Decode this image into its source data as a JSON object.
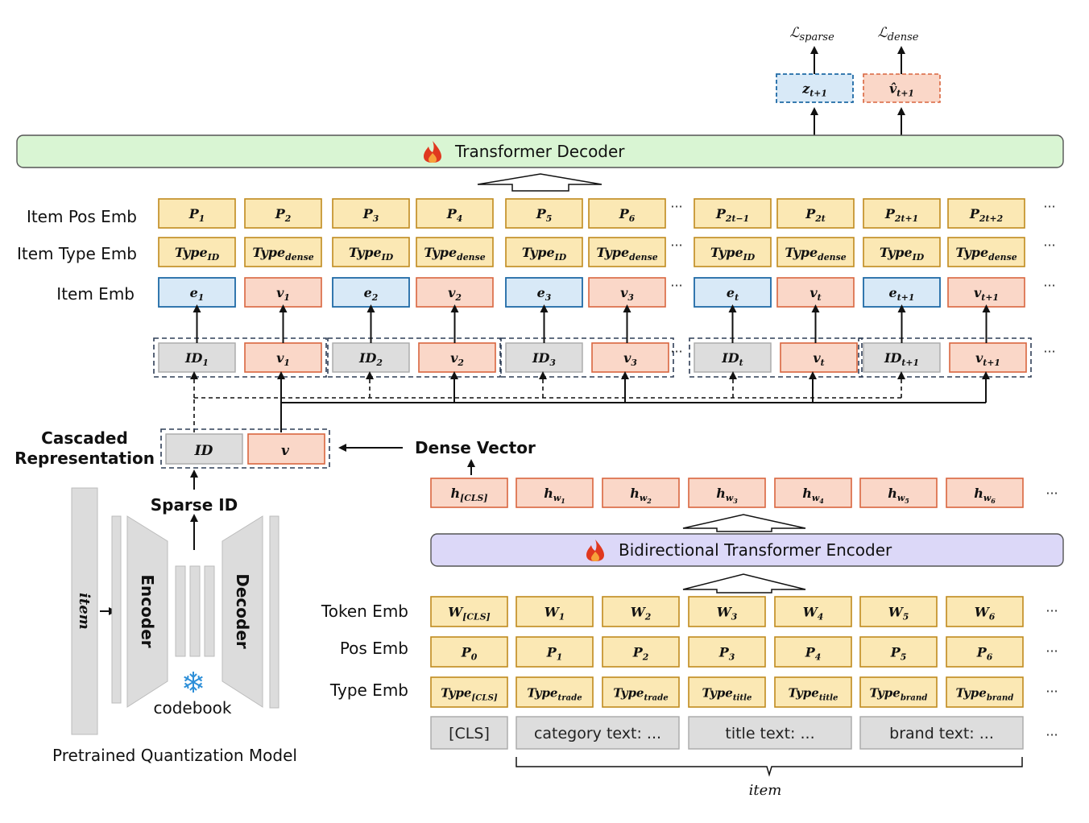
{
  "losses": {
    "sparse": {
      "base": "ℒ",
      "sub": "sparse"
    },
    "dense": {
      "base": "ℒ",
      "sub": "dense"
    }
  },
  "outputs": [
    {
      "base": "z",
      "sub": "t+1",
      "kind": "blue"
    },
    {
      "base": "v̂",
      "sub": "t+1",
      "kind": "orange"
    }
  ],
  "decoder": {
    "label": "Transformer Decoder",
    "fire_icon": "fire-icon",
    "color": "#d9f5d3"
  },
  "encoder": {
    "label": "Bidirectional Transformer Encoder",
    "fire_icon": "fire-icon",
    "color": "#dcd8f8"
  },
  "row_labels": {
    "item_pos": "Item Pos Emb",
    "item_type": "Item Type Emb",
    "item_emb": "Item Emb",
    "token_emb": "Token Emb",
    "pos_emb": "Pos Emb",
    "type_emb": "Type Emb"
  },
  "item_pos": [
    {
      "base": "P",
      "sub": "1"
    },
    {
      "base": "P",
      "sub": "2"
    },
    {
      "base": "P",
      "sub": "3"
    },
    {
      "base": "P",
      "sub": "4"
    },
    {
      "base": "P",
      "sub": "5"
    },
    {
      "base": "P",
      "sub": "6"
    },
    {
      "base": "P",
      "sub": "2t−1"
    },
    {
      "base": "P",
      "sub": "2t"
    },
    {
      "base": "P",
      "sub": "2t+1"
    },
    {
      "base": "P",
      "sub": "2t+2"
    }
  ],
  "item_type": [
    {
      "base": "Type",
      "sub": "ID"
    },
    {
      "base": "Type",
      "sub": "dense"
    },
    {
      "base": "Type",
      "sub": "ID"
    },
    {
      "base": "Type",
      "sub": "dense"
    },
    {
      "base": "Type",
      "sub": "ID"
    },
    {
      "base": "Type",
      "sub": "dense"
    },
    {
      "base": "Type",
      "sub": "ID"
    },
    {
      "base": "Type",
      "sub": "dense"
    },
    {
      "base": "Type",
      "sub": "ID"
    },
    {
      "base": "Type",
      "sub": "dense"
    }
  ],
  "item_emb": [
    {
      "base": "e",
      "sub": "1",
      "kind": "blue"
    },
    {
      "base": "v",
      "sub": "1",
      "kind": "orange"
    },
    {
      "base": "e",
      "sub": "2",
      "kind": "blue"
    },
    {
      "base": "v",
      "sub": "2",
      "kind": "orange"
    },
    {
      "base": "e",
      "sub": "3",
      "kind": "blue"
    },
    {
      "base": "v",
      "sub": "3",
      "kind": "orange"
    },
    {
      "base": "e",
      "sub": "t",
      "kind": "blue"
    },
    {
      "base": "v",
      "sub": "t",
      "kind": "orange"
    },
    {
      "base": "e",
      "sub": "t+1",
      "kind": "blue"
    },
    {
      "base": "v",
      "sub": "t+1",
      "kind": "orange"
    }
  ],
  "cascade_pairs": [
    [
      {
        "base": "ID",
        "sub": "1"
      },
      {
        "base": "v",
        "sub": "1"
      }
    ],
    [
      {
        "base": "ID",
        "sub": "2"
      },
      {
        "base": "v",
        "sub": "2"
      }
    ],
    [
      {
        "base": "ID",
        "sub": "3"
      },
      {
        "base": "v",
        "sub": "3"
      }
    ],
    [
      {
        "base": "ID",
        "sub": "t"
      },
      {
        "base": "v",
        "sub": "t"
      }
    ],
    [
      {
        "base": "ID",
        "sub": "t+1"
      },
      {
        "base": "v",
        "sub": "t+1"
      }
    ]
  ],
  "ellipsis": "···",
  "cascaded": {
    "label_line1": "Cascaded",
    "label_line2": "Representation",
    "id": "ID",
    "v": "v",
    "dense_vector": "Dense Vector",
    "sparse_id": "Sparse ID"
  },
  "hidden": [
    {
      "base": "h",
      "sub": "[CLS]"
    },
    {
      "base": "h",
      "sub": "w",
      "subsub": "1"
    },
    {
      "base": "h",
      "sub": "w",
      "subsub": "2"
    },
    {
      "base": "h",
      "sub": "w",
      "subsub": "3"
    },
    {
      "base": "h",
      "sub": "w",
      "subsub": "4"
    },
    {
      "base": "h",
      "sub": "w",
      "subsub": "5"
    },
    {
      "base": "h",
      "sub": "w",
      "subsub": "6"
    }
  ],
  "token_emb": [
    {
      "base": "W",
      "sub": "[CLS]"
    },
    {
      "base": "W",
      "sub": "1"
    },
    {
      "base": "W",
      "sub": "2"
    },
    {
      "base": "W",
      "sub": "3"
    },
    {
      "base": "W",
      "sub": "4"
    },
    {
      "base": "W",
      "sub": "5"
    },
    {
      "base": "W",
      "sub": "6"
    }
  ],
  "pos_emb": [
    {
      "base": "P",
      "sub": "0"
    },
    {
      "base": "P",
      "sub": "1"
    },
    {
      "base": "P",
      "sub": "2"
    },
    {
      "base": "P",
      "sub": "3"
    },
    {
      "base": "P",
      "sub": "4"
    },
    {
      "base": "P",
      "sub": "5"
    },
    {
      "base": "P",
      "sub": "6"
    }
  ],
  "type_emb": [
    {
      "base": "Type",
      "sub": "[CLS]"
    },
    {
      "base": "Type",
      "sub": "trade"
    },
    {
      "base": "Type",
      "sub": "trade"
    },
    {
      "base": "Type",
      "sub": "title"
    },
    {
      "base": "Type",
      "sub": "title"
    },
    {
      "base": "Type",
      "sub": "brand"
    },
    {
      "base": "Type",
      "sub": "brand"
    }
  ],
  "text_segments": [
    "[CLS]",
    "category text: ...",
    "title text: ...",
    "brand text: ..."
  ],
  "item_brace_label": "item",
  "quant": {
    "item": "item",
    "encoder": "Encoder",
    "decoder": "Decoder",
    "codebook": "codebook",
    "snowflake_icon": "snowflake-icon",
    "caption": "Pretrained Quantization Model"
  }
}
